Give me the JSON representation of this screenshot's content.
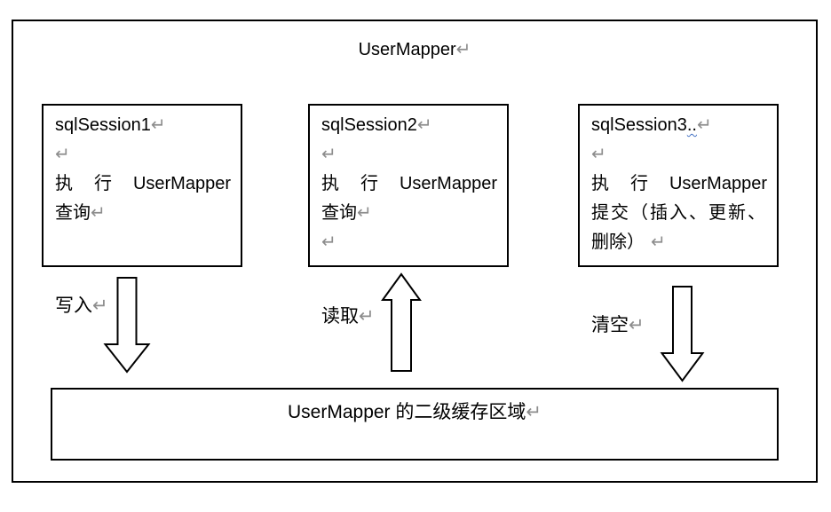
{
  "diagram": {
    "title": {
      "text": "UserMapper",
      "mark": "↵"
    },
    "session_boxes": [
      {
        "lines": [
          {
            "text": "sqlSession1",
            "mark": "↵"
          },
          {
            "text": "",
            "mark": "↵"
          },
          {
            "text": "执 行 UserMapper",
            "mark": ""
          },
          {
            "text": "查询",
            "mark": "↵"
          }
        ]
      },
      {
        "lines": [
          {
            "text": "sqlSession2",
            "mark": "↵"
          },
          {
            "text": "",
            "mark": "↵"
          },
          {
            "text": "执 行 UserMapper",
            "mark": ""
          },
          {
            "text": "查询",
            "mark": "↵"
          },
          {
            "text": "",
            "mark": "↵"
          }
        ]
      },
      {
        "lines": [
          {
            "text": "sqlSession3",
            "typo": "..",
            "mark": "↵"
          },
          {
            "text": "",
            "mark": "↵"
          },
          {
            "text": "执 行 UserMapper",
            "mark": ""
          },
          {
            "text": "提交（插入、更新、",
            "mark": ""
          },
          {
            "text": "删除）",
            "mark": "↵"
          }
        ]
      }
    ],
    "arrows": [
      {
        "label": "写入",
        "mark": "↵",
        "direction": "down"
      },
      {
        "label": "读取",
        "mark": "↵",
        "direction": "up"
      },
      {
        "label": "清空",
        "mark": "↵",
        "direction": "down"
      }
    ],
    "cache_box": {
      "text": "UserMapper 的二级缓存区域",
      "mark": "↵"
    }
  },
  "colors": {
    "text": "#000000",
    "border": "#000000",
    "paragraph_mark": "#8d8d8d",
    "spellcheck_squiggle": "#4472c4",
    "shape_fill": "#ffffff"
  }
}
